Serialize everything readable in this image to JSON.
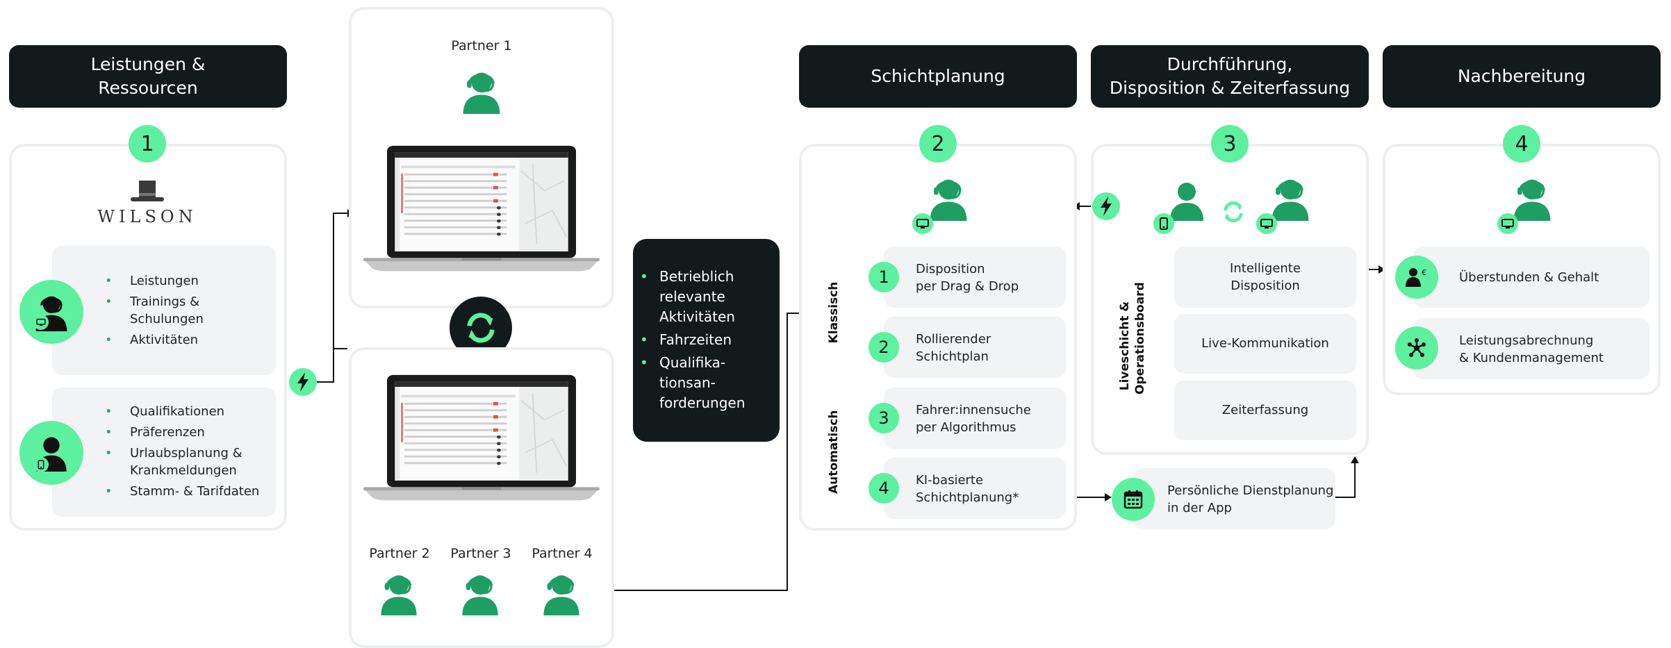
{
  "headers": {
    "leistungen": "Leistungen &\nRessourcen",
    "schichtplanung": "Schichtplanung",
    "durchfuehrung": "Durchführung,\nDisposition & Zeiterfassung",
    "nachbereitung": "Nachbereitung"
  },
  "badges": {
    "b1": "1",
    "b2": "2",
    "b3": "3",
    "b4": "4"
  },
  "logo": {
    "text": "WILSON"
  },
  "resources": {
    "group1": [
      "Leistungen",
      "Trainings &\nSchulungen",
      "Aktivitäten"
    ],
    "group2": [
      "Qualifikationen",
      "Präferenzen",
      "Urlaubsplanung &\nKrankmeldungen",
      "Stamm- & Tarifdaten"
    ]
  },
  "partners": {
    "p1": "Partner 1",
    "p2": "Partner 2",
    "p3": "Partner 3",
    "p4": "Partner 4"
  },
  "activities": [
    "Betrieblich\nrelevante\nAktivitäten",
    "Fahrzeiten",
    "Qualifika-\ntionsan-\nforderungen"
  ],
  "planning": {
    "klassisch_label": "Klassisch",
    "automatisch_label": "Automatisch",
    "steps": [
      {
        "num": "1",
        "text": "Disposition\nper Drag & Drop"
      },
      {
        "num": "2",
        "text": "Rollierender\nSchichtplan"
      },
      {
        "num": "3",
        "text": "Fahrer:innensuche\nper Algorithmus"
      },
      {
        "num": "4",
        "text": "KI-basierte\nSchichtplanung*"
      }
    ]
  },
  "execution": {
    "side_label": "Liveschicht &\nOperationsboard",
    "items": [
      "Intelligente\nDisposition",
      "Live-Kommunikation",
      "Zeiterfassung"
    ],
    "app_text": "Persönliche Dienstplanung\nin der App"
  },
  "followup": {
    "items": [
      "Überstunden & Gehalt",
      "Leistungsabrechnung\n& Kundenmanagement"
    ]
  },
  "colors": {
    "accent": "#5df0a0",
    "dark": "#121a1c",
    "green_icon": "#1f9e63",
    "box": "#f2f3f4"
  },
  "icons": [
    "agent-headset-icon",
    "person-icon",
    "sync-icon",
    "lightning-icon",
    "laptop-icon",
    "monitor-icon",
    "phone-icon",
    "calendar-icon",
    "person-euro-icon",
    "network-icon",
    "top-hat-icon"
  ]
}
